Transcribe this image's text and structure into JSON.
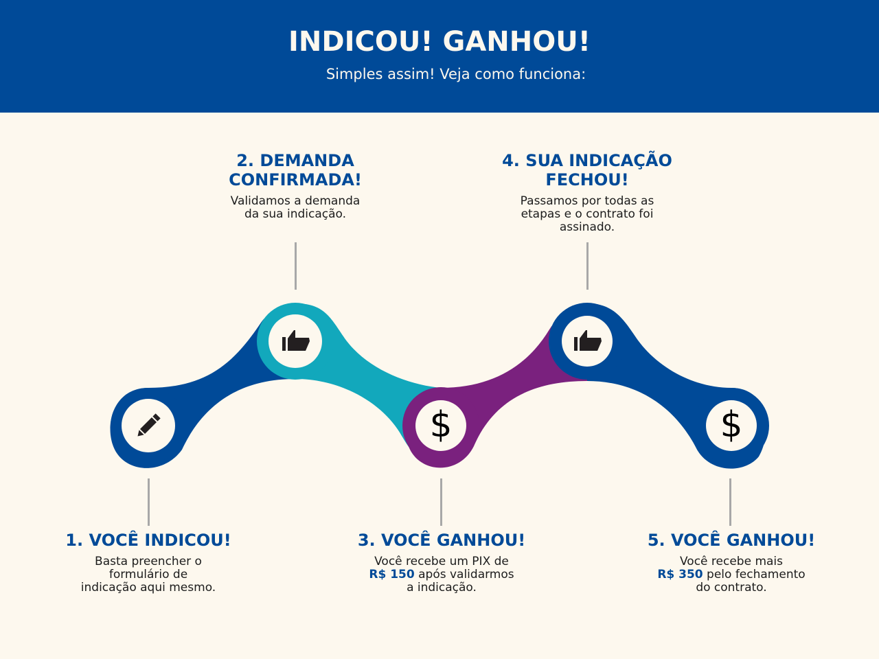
{
  "header": {
    "title": "INDICOU! GANHOU!",
    "subtitle": "Simples assim! Veja como funciona:"
  },
  "colors": {
    "header_bg": "#004a98",
    "page_bg": "#fdf8ee",
    "link_blue": "#004a98",
    "link_teal": "#12a8bc",
    "link_purple": "#7a217e",
    "title_blue": "#004a98",
    "connector_gray": "#a8a8a8"
  },
  "steps": [
    {
      "number": "1",
      "title": "1. VOCÊ INDICOU!",
      "desc_lines": [
        "Basta preencher o",
        "formulário de",
        "indicação aqui mesmo."
      ],
      "icon": "pencil-icon"
    },
    {
      "number": "2",
      "title_lines": [
        "2. DEMANDA",
        "CONFIRMADA!"
      ],
      "desc_lines": [
        "Validamos a demanda",
        "da sua indicação."
      ],
      "icon": "thumbs-up-icon"
    },
    {
      "number": "3",
      "title": "3. VOCÊ GANHOU!",
      "desc_line1": "Você recebe um PIX de",
      "desc_amount": "R$ 150",
      "desc_line2_rest": " após validarmos",
      "desc_line3": "a indicação.",
      "icon": "dollar-icon"
    },
    {
      "number": "4",
      "title_lines": [
        "4. SUA INDICAÇÃO",
        "FECHOU!"
      ],
      "desc_lines": [
        "Passamos por todas as",
        "etapas e o contrato foi",
        "assinado."
      ],
      "icon": "thumbs-up-icon"
    },
    {
      "number": "5",
      "title": "5. VOCÊ GANHOU!",
      "desc_line1": "Você recebe mais",
      "desc_amount": "R$ 350",
      "desc_line2_rest": " pelo fechamento",
      "desc_line3": "do contrato.",
      "icon": "dollar-icon"
    }
  ],
  "icons": {
    "dollar_glyph": "$"
  }
}
